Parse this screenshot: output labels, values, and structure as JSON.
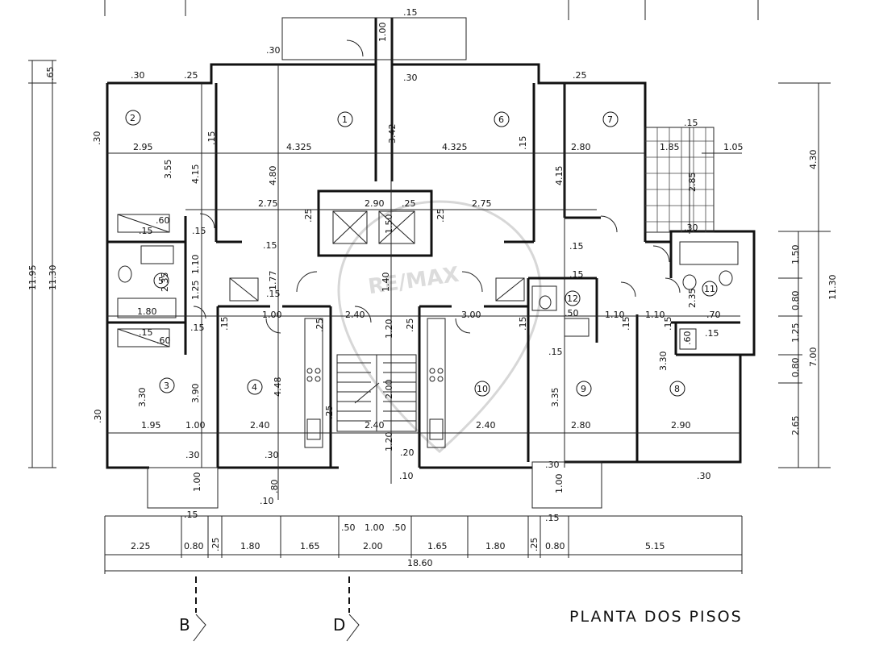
{
  "title": "PLANTA DOS PISOS",
  "watermark": "RE/MAX",
  "sections": [
    "B",
    "D"
  ],
  "rooms": [
    "1",
    "2",
    "3",
    "4",
    "5",
    "6",
    "7",
    "8",
    "9",
    "10",
    "11",
    "12"
  ],
  "dims": {
    "d0": ".30",
    "d1": ".25",
    "d2": ".30",
    "d3": "1.00",
    "d4": ".30",
    "d5": ".15",
    "d6": ".25",
    "d7": "2.95",
    "d8": "3.55",
    "d9": "4.15",
    "d10": "4.325",
    "d11": "4.80",
    "d12": "3.42",
    "d13": "4.325",
    "d14": ".15",
    "d15": "2.80",
    "d16": "4.15",
    "d17": "1.85",
    "d18": "1.05",
    "d19": "2.85",
    "d20": "2.75",
    "d21": "2.90",
    "d22": ".25",
    "d23": "2.75",
    "d24": ".60",
    "d25": ".15",
    "d26": "1.10",
    "d27": "1.77",
    "d28": "1.40",
    "d29": "1.50",
    "d30": "2.35",
    "d31": "1.25",
    "d32": "1.80",
    "d33": "1.00",
    "d34": "2.40",
    "d35": "3.00",
    "d36": "1.10",
    "d37": "1.10",
    "d38": ".70",
    "d39": "2.35",
    "d40": "3.30",
    "d41": "3.90",
    "d42": "4.48",
    "d43": "1.20",
    "d44": "2.00",
    "d45": "3.35",
    "d46": "3.30",
    "d47": "1.95",
    "d48": "1.00",
    "d49": "2.40",
    "d50": "2.40",
    "d51": "2.40",
    "d52": "2.80",
    "d53": "2.90",
    "d54": "1.20",
    "d55": ".20",
    "d56": ".30",
    "d57": "1.00",
    "d58": ".80",
    "d59": ".10",
    "d60": ".10",
    "d61": "1.00",
    "d62": ".30",
    "d63": ".30",
    "d64": ".15",
    "d65": ".15",
    "d66": ".25",
    "d67": ".30",
    "d68": ".30",
    "d69": ".15",
    "d70": ".15",
    "d71": ".15",
    "d72": ".15",
    "d73": ".15",
    "d74": ".15",
    "d75": ".15",
    "d76": ".60",
    "d77": ".60",
    "d78": ".15",
    "d79": ".15",
    "d80": ".50",
    "d81": ".15",
    "d82": ".25",
    "d83": ".25",
    "d84": ".25",
    "d85": ".25",
    "d86": ".15",
    "d87": ".15",
    "d88": ".15",
    "d89": ".15",
    "d90": ".30",
    "d91": ".15",
    "d92": ".30",
    "d93": ".65",
    "d94": "11.95",
    "d95": "11.30",
    "d96": "4.30",
    "d97": "1.50",
    "d98": "0.80",
    "d99": "1.25",
    "d100": "0.80",
    "d101": "2.65",
    "d102": "11.30",
    "d103": "7.00",
    "d104": "2.00",
    "d105": ".50",
    "d106": "1.00",
    "d107": ".50"
  },
  "bottom_dims": [
    "2.25",
    "0.80",
    ".25",
    "1.80",
    "1.65",
    "2.00",
    "1.65",
    "1.80",
    ".25",
    "0.80",
    "5.15"
  ],
  "total_width": "18.60"
}
